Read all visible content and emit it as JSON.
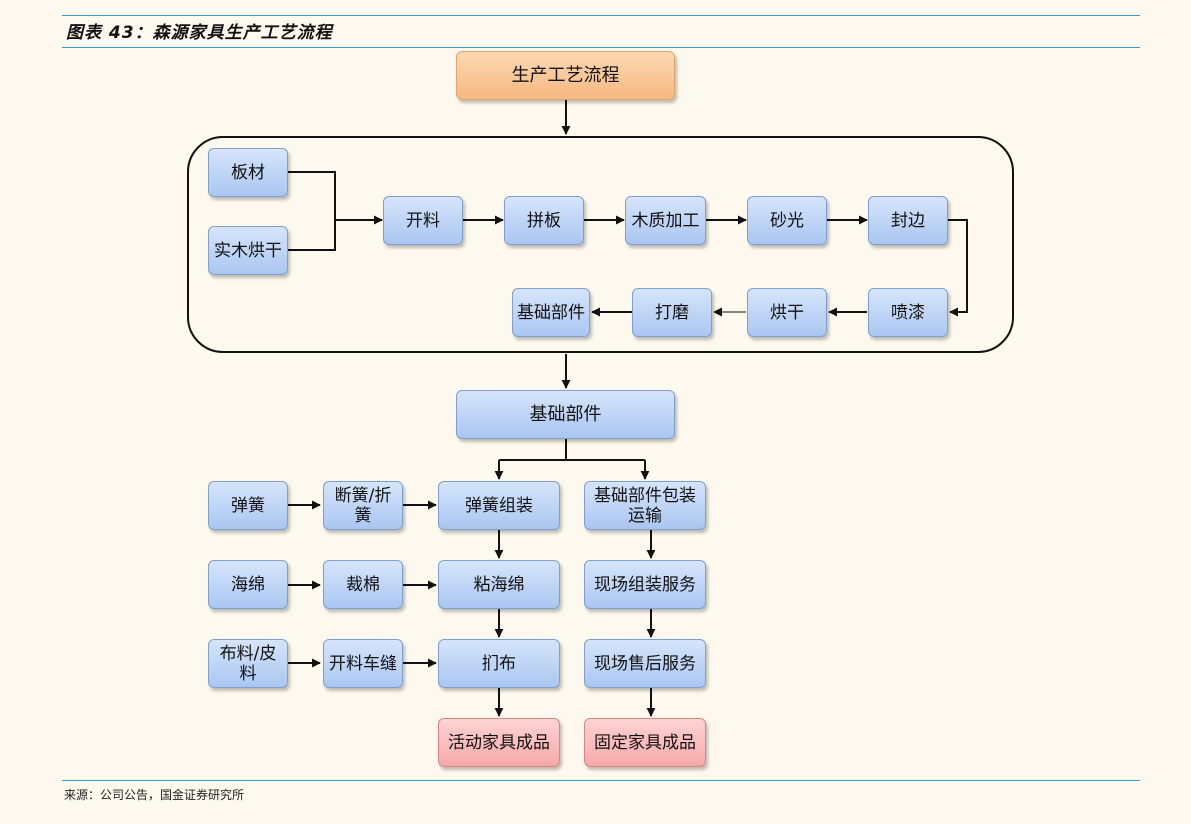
{
  "header": {
    "title": "图表 43：森源家具生产工艺流程"
  },
  "footer": {
    "source": "来源：公司公告，国金证券研究所"
  },
  "diagram": {
    "top_node": "生产工艺流程",
    "process": {
      "board": "板材",
      "solid_wood_dry": "实木烘干",
      "cutting": "开料",
      "splicing": "拼板",
      "wood_processing": "木质加工",
      "sanding": "砂光",
      "edge_banding": "封边",
      "painting": "喷漆",
      "drying": "烘干",
      "polishing": "打磨",
      "base_part_inner": "基础部件"
    },
    "base_parts": "基础部件",
    "soft": {
      "spring": "弹簧",
      "break_spring": "断簧/折簧",
      "spring_assembly": "弹簧组装",
      "sponge": "海绵",
      "cut_cotton": "裁棉",
      "glue_sponge": "粘海绵",
      "fabric_leather": "布料/皮料",
      "cut_sew": "开料车缝",
      "wrap_fabric": "扪布",
      "movable_furniture": "活动家具成品"
    },
    "fixed": {
      "pack_transport": "基础部件包装运输",
      "onsite_assembly": "现场组装服务",
      "after_sales": "现场售后服务",
      "fixed_furniture": "固定家具成品"
    }
  }
}
